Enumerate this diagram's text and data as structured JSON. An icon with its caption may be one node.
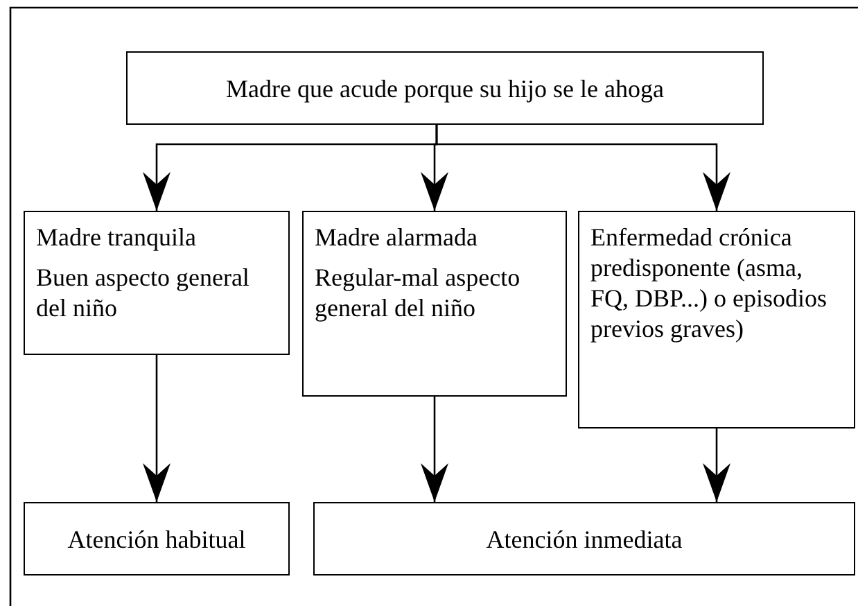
{
  "diagram": {
    "nodes": [
      {
        "text": [
          "Madre que acude porque su hijo se le ahoga"
        ]
      },
      {
        "text": [
          "Madre tranquila",
          "Buen aspecto general del niño"
        ]
      },
      {
        "text": [
          "Madre alarmada",
          "Regular-mal aspecto general del niño"
        ]
      },
      {
        "text": [
          "Enfermedad crónica predisponente (asma, FQ, DBP...) o episodios previos graves)"
        ]
      },
      {
        "text": [
          "Atención habitual"
        ]
      },
      {
        "text": [
          "Atención inmediata"
        ]
      }
    ],
    "edges": [
      {
        "from": 0,
        "to": 1,
        "arrow": "to"
      },
      {
        "from": 0,
        "to": 2,
        "arrow": "to"
      },
      {
        "from": 0,
        "to": 3,
        "arrow": "to"
      },
      {
        "from": 1,
        "to": 4,
        "arrow": "to"
      },
      {
        "from": 2,
        "to": 5,
        "arrow": "to"
      },
      {
        "from": 3,
        "to": 5,
        "arrow": "to"
      }
    ]
  }
}
